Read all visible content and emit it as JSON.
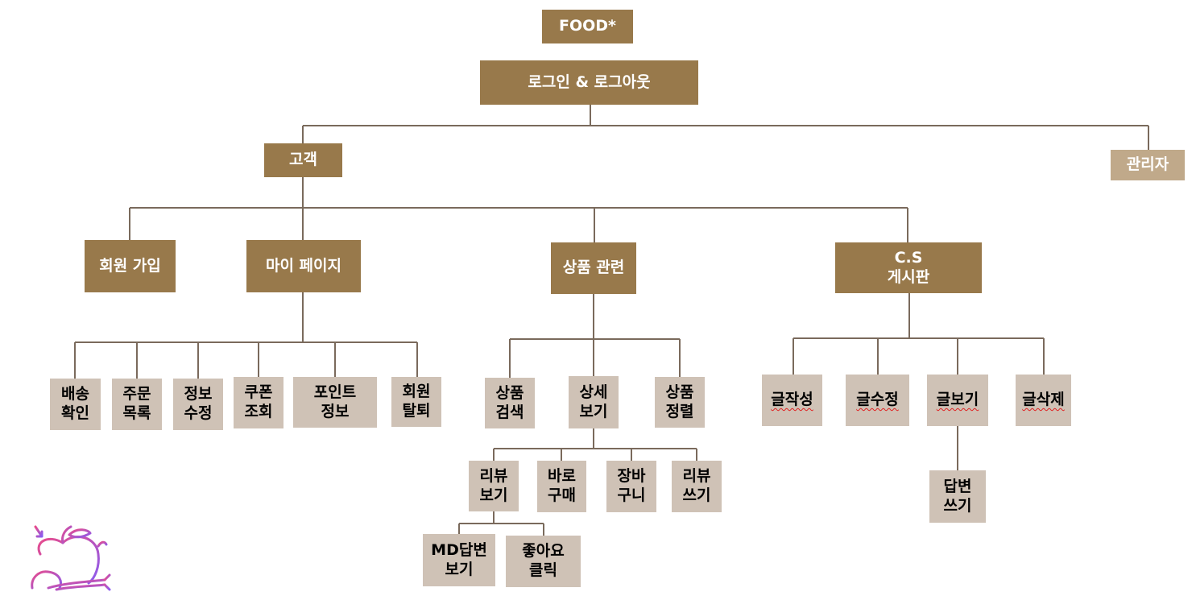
{
  "diagram": {
    "root": "FOOD*",
    "login": "로그인 & 로그아웃",
    "customer": "고객",
    "admin": "관리자",
    "signup": "회원 가입",
    "mypage": "마이 페이지",
    "product": "상품 관련",
    "cs": "C.S\n게시판",
    "mypage_items": [
      "배송\n확인",
      "주문\n목록",
      "정보\n수정",
      "쿠폰\n조회",
      "포인트\n정보",
      "회원\n탈퇴"
    ],
    "product_items": [
      "상품\n검색",
      "상세\n보기",
      "상품\n정렬"
    ],
    "detail_items": [
      "리뷰\n보기",
      "바로\n구매",
      "장바\n구니",
      "리뷰\n쓰기"
    ],
    "review_items": [
      "MD답변\n보기",
      "좋아요\n클릭"
    ],
    "cs_items": [
      "글작성",
      "글수정",
      "글보기",
      "글삭제"
    ],
    "view_items": [
      "답변\n쓰기"
    ]
  },
  "colors": {
    "dark": "#98794b",
    "mid": "#c0a98a",
    "light": "#cfc2b6",
    "line": "#7a6a5c"
  },
  "logo": {
    "icon": "fruit-logo-icon"
  }
}
